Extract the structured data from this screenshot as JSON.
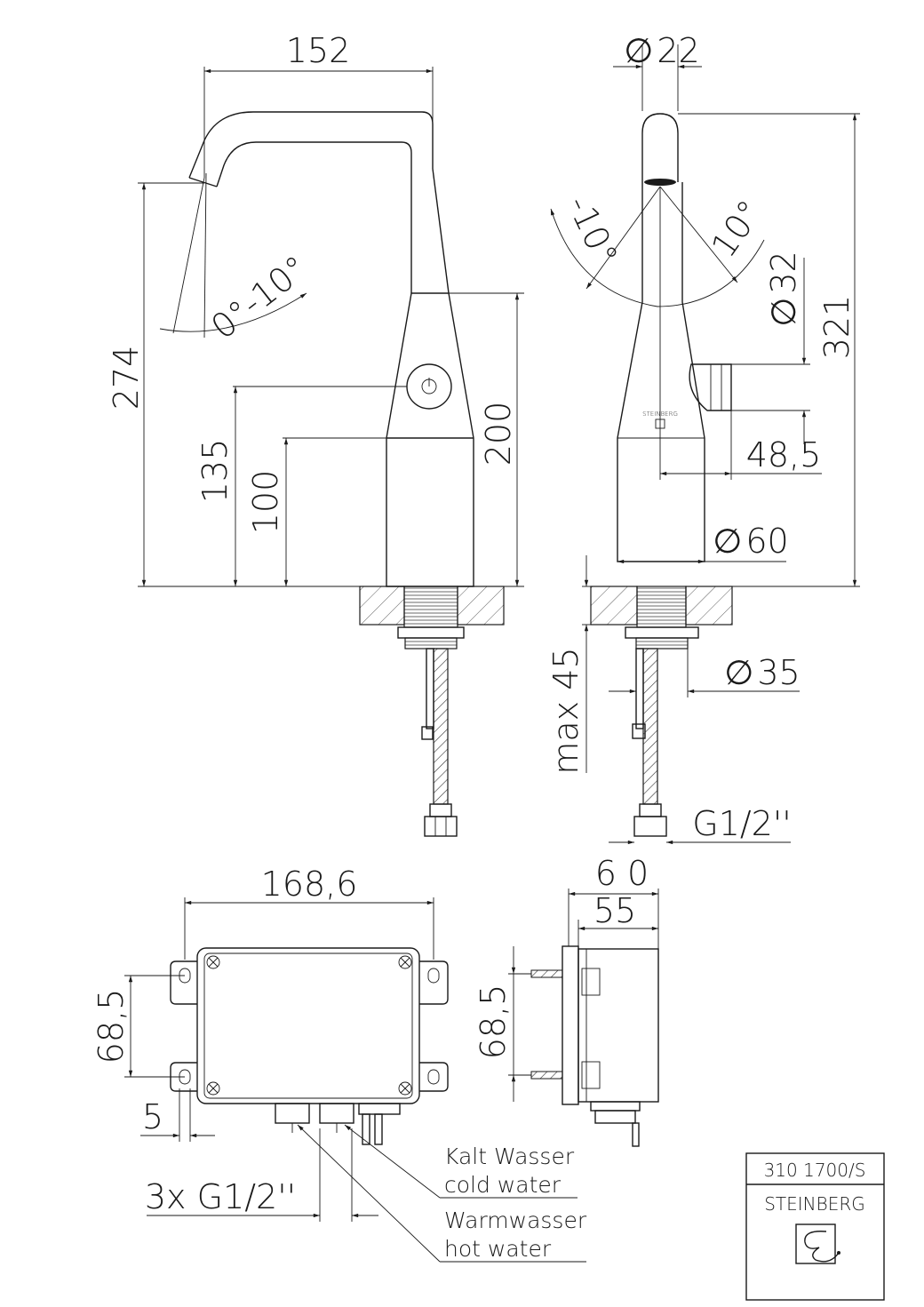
{
  "drawing": {
    "dimensions": {
      "width_total": "152",
      "height_spout": "274",
      "height_sensor": "135",
      "height_cone": "100",
      "height_body": "200",
      "swivel_side": "0°-10°",
      "dia_spout": "22",
      "swivel_front_left": "-10°",
      "swivel_front_right": "10°",
      "dia_sensor": "32",
      "height_total": "321",
      "sensor_offset": "48,5",
      "dia_base": "60",
      "max_thickness": "max 45",
      "dia_thread": "35",
      "hose_thread": "G1/2''",
      "box_width": "168,6",
      "box_height": "68,5",
      "box_tab": "5",
      "box_ports": "3x G1/2''",
      "side_depth_total": "6 0",
      "side_depth": "55",
      "side_height": "68,5"
    },
    "diameter_symbol": "∅",
    "labels": {
      "cold_de": "Kalt Wasser",
      "cold_en": "cold water",
      "hot_de": "Warmwasser",
      "hot_en": "hot water"
    },
    "body_logo_text": "STEINBERG"
  },
  "title_block": {
    "article_number": "310 1700/S",
    "brand": "STEINBERG",
    "logo_icon": "steinberg-logo-icon"
  }
}
